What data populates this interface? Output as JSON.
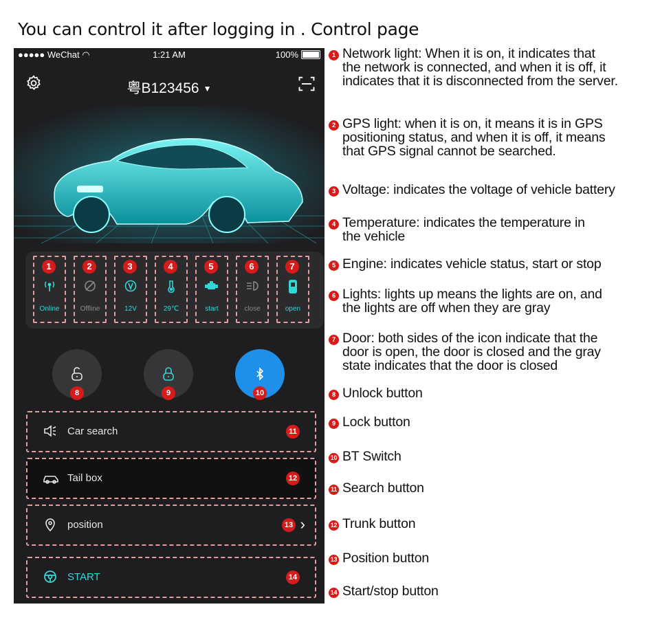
{
  "heading": "You can control it after logging in . Control page",
  "status_bar": {
    "carrier": "●●●●● WeChat",
    "time": "1:21 AM",
    "battery": "100%"
  },
  "app_bar": {
    "plate": "粤B123456",
    "caret": "▼",
    "icons": [
      "gear-icon",
      "scan-icon"
    ]
  },
  "indicators": [
    {
      "num": "1",
      "label": "Online",
      "icon": "antenna-icon",
      "color": "#33d6d6"
    },
    {
      "num": "2",
      "label": "Offline",
      "icon": "gps-off-icon",
      "color": "#8a8a8a"
    },
    {
      "num": "3",
      "label": "12V",
      "icon": "voltage-icon",
      "color": "#33d6d6"
    },
    {
      "num": "4",
      "label": "29℃",
      "icon": "thermometer-icon",
      "color": "#33d6d6"
    },
    {
      "num": "5",
      "label": "start",
      "icon": "engine-icon",
      "color": "#33d6d6"
    },
    {
      "num": "6",
      "label": "close",
      "icon": "headlight-icon",
      "color": "#8a8a8a"
    },
    {
      "num": "7",
      "label": "open",
      "icon": "door-icon",
      "color": "#33d6d6"
    }
  ],
  "round_buttons": [
    {
      "num": "8",
      "icon": "unlock-icon"
    },
    {
      "num": "9",
      "icon": "lock-icon"
    },
    {
      "num": "10",
      "icon": "bluetooth-icon"
    }
  ],
  "rows": [
    {
      "num": "11",
      "label": "Car search",
      "icon": "speaker-icon"
    },
    {
      "num": "12",
      "label": "Tail box",
      "icon": "car-icon"
    },
    {
      "num": "13",
      "label": "position",
      "icon": "pin-icon",
      "chevron": "›"
    },
    {
      "num": "14",
      "label": "START",
      "icon": "steering-icon"
    }
  ],
  "descriptions": [
    {
      "num": "1",
      "lines": [
        "Network light: When it is on, it indicates that",
        "the network is connected, and when it is off, it",
        "indicates that it is disconnected from the server."
      ]
    },
    {
      "num": "2",
      "lines": [
        "GPS light: when it is on, it means it is in GPS",
        "positioning status, and when it is off, it means",
        "that GPS signal cannot be searched."
      ]
    },
    {
      "num": "3",
      "lines": [
        "Voltage: indicates the voltage of vehicle battery"
      ]
    },
    {
      "num": "4",
      "lines": [
        "Temperature: indicates the temperature in",
        "the vehicle"
      ]
    },
    {
      "num": "5",
      "lines": [
        "Engine: indicates vehicle status, start or stop"
      ]
    },
    {
      "num": "6",
      "lines": [
        "Lights: lights up means the lights are on, and",
        "the lights are off when they are gray"
      ]
    },
    {
      "num": "7",
      "lines": [
        "Door: both sides of the icon indicate that the",
        "door is open, the door is closed and the gray",
        "state indicates that the door is closed"
      ]
    },
    {
      "num": "8",
      "lines": [
        "Unlock button"
      ]
    },
    {
      "num": "9",
      "lines": [
        "Lock button"
      ]
    },
    {
      "num": "10",
      "lines": [
        "BT Switch"
      ]
    },
    {
      "num": "11",
      "lines": [
        "Search button"
      ]
    },
    {
      "num": "12",
      "lines": [
        "Trunk button"
      ]
    },
    {
      "num": "13",
      "lines": [
        "Position button"
      ]
    },
    {
      "num": "14",
      "lines": [
        "Start/stop button"
      ]
    }
  ],
  "colors": {
    "accent": "#33d6d6",
    "badge": "#d61b1b",
    "bluetooth": "#1e90ea",
    "phone_bg": "#1e1e20"
  }
}
